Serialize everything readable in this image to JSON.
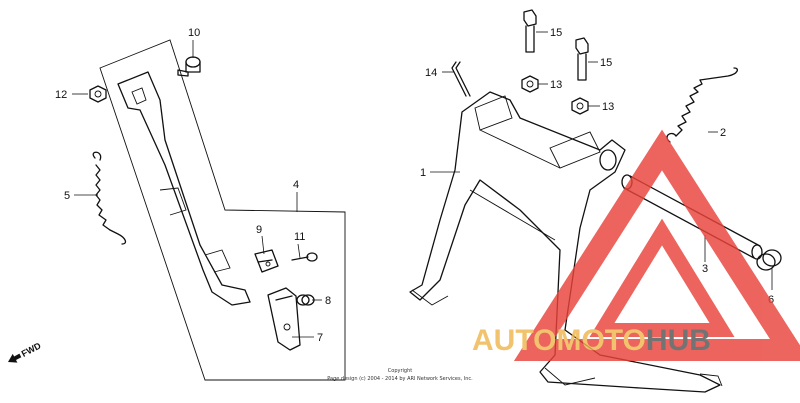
{
  "callouts": {
    "c1": "1",
    "c2": "2",
    "c3": "3",
    "c4": "4",
    "c5": "5",
    "c6": "6",
    "c7": "7",
    "c8": "8",
    "c9": "9",
    "c10": "10",
    "c11": "11",
    "c12": "12",
    "c13a": "13",
    "c13b": "13",
    "c14": "14",
    "c15a": "15",
    "c15b": "15"
  },
  "fwd_label": "FWD",
  "copyright": {
    "line1": "Copyright",
    "line2": "Page design (c) 2004 - 2014 by ARI Network Services, Inc."
  },
  "watermark": {
    "part1": "AUTO",
    "part2": "MOTO",
    "part3": "HUB",
    "color_main": "#f0b64f",
    "color_hub": "#555555",
    "triangle_color": "#e8433a"
  }
}
